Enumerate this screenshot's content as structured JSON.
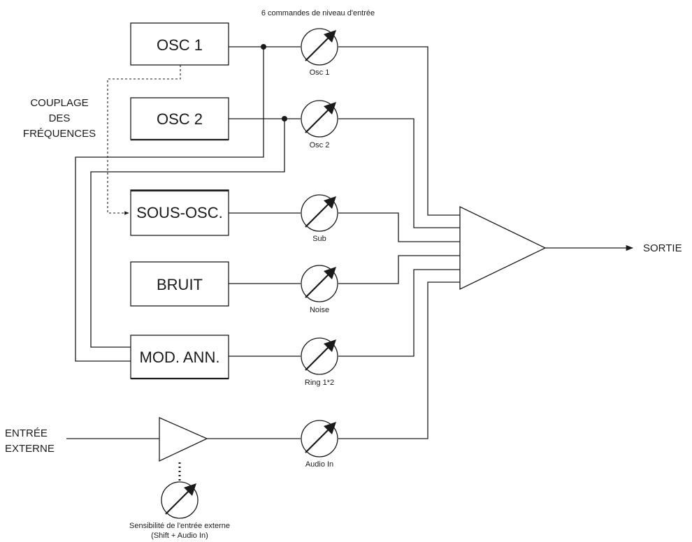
{
  "title": "6 commandes de niveau d'entrée",
  "coupling_label": [
    "COUPLAGE",
    "DES",
    "FRÉQUENCES"
  ],
  "blocks": {
    "osc1": "OSC 1",
    "osc2": "OSC 2",
    "sub": "SOUS-OSC.",
    "noise": "BRUIT",
    "ring": "MOD. ANN."
  },
  "knobs": {
    "osc1": "Osc 1",
    "osc2": "Osc 2",
    "sub": "Sub",
    "noise": "Noise",
    "ring": "Ring 1*2",
    "audio_in": "Audio In"
  },
  "external_input": [
    "ENTRÉE",
    "EXTERNE"
  ],
  "sensitivity_label": [
    "Sensibilité de l'entrée externe",
    "(Shift + Audio In)"
  ],
  "output_label": "SORTIE"
}
